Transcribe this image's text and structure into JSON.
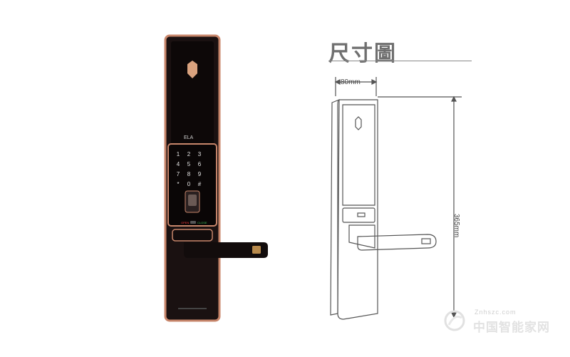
{
  "title": "尺寸圖",
  "product": {
    "brand": "ELA",
    "keypad_keys": [
      "1",
      "2",
      "3",
      "4",
      "5",
      "6",
      "7",
      "8",
      "9",
      "*",
      "0",
      "#"
    ],
    "open_label": "OPEN",
    "close_label": "CLOSE",
    "colors": {
      "body": "#1a1111",
      "trim": "#c8866b",
      "handle": "#120c0c",
      "handle_tip": "#b88a4c"
    }
  },
  "drawing": {
    "width_label": "80mm",
    "height_label": "365mm",
    "line_color": "#555555"
  },
  "watermark": {
    "site": "Znhszc.com",
    "text": "中国智能家网"
  }
}
